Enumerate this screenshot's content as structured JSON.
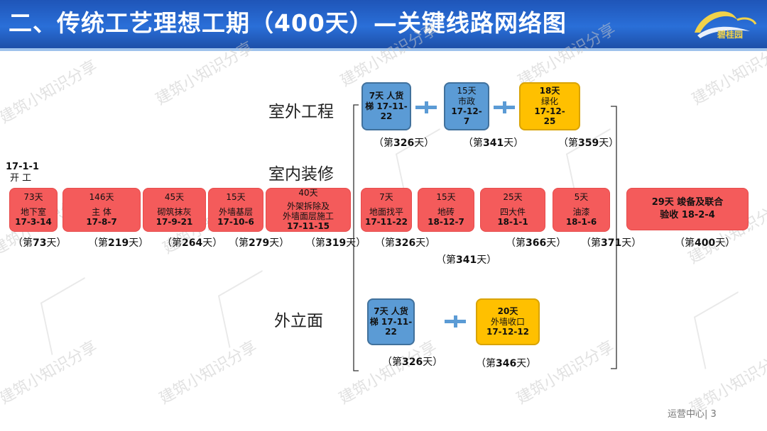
{
  "header": {
    "title": "二、传统工艺理想工期（400天）—关键线路网络图",
    "logo_text": "碧桂园"
  },
  "watermark": "建筑小知识分享",
  "start": {
    "date": "17-1-1",
    "label": "开 工"
  },
  "sections": {
    "outdoor": "室外工程",
    "interior": "室内装修",
    "facade": "外立面"
  },
  "main_row": [
    {
      "top": "73天",
      "mid": "地下室",
      "date": "17-3-14",
      "day": "73"
    },
    {
      "top": "146天",
      "mid": "主 体",
      "date": "17-8-7",
      "day": "219"
    },
    {
      "top": "45天",
      "mid": "砌筑抹灰",
      "date": "17-9-21",
      "day": "264"
    },
    {
      "top": "15天",
      "mid": "外墙基层",
      "date": "17-10-6",
      "day": "279"
    },
    {
      "top": "40天",
      "mid": "外架拆除及",
      "mid2": "外墙面层施工",
      "date": "17-11-15",
      "day": "319"
    }
  ],
  "interior_row": [
    {
      "top": "7天",
      "mid": "地面找平",
      "date": "17-11-22",
      "day": "326"
    },
    {
      "top": "15天",
      "mid": "地砖",
      "date": "18-12-7",
      "day": "341"
    },
    {
      "top": "25天",
      "mid": "四大件",
      "date": "18-1-1",
      "day": "366"
    },
    {
      "top": "5天",
      "mid": "油漆",
      "date": "18-1-6",
      "day": "371"
    }
  ],
  "final": {
    "line1": "29天  竣备及联合",
    "line2": "验收  18-2-4",
    "day": "400"
  },
  "outdoor_row": [
    {
      "line1": "7天  人货",
      "line2": "梯  17-11-",
      "line3": "22",
      "day": "326"
    },
    {
      "line1": "15天",
      "line2": "市政",
      "line3": "17-12-",
      "line4": "7",
      "day": "341"
    },
    {
      "line1": "18天",
      "line2": "绿化",
      "line3": "17-12-",
      "line4": "25",
      "day": "359"
    }
  ],
  "facade_row": [
    {
      "line1": "7天  人货",
      "line2": "梯  17-11-",
      "line3": "22",
      "day": "326"
    },
    {
      "line1": "20天",
      "line2": "外墙收口",
      "line3": "17-12-12",
      "day": "346"
    }
  ],
  "day_label": {
    "prefix": "（第",
    "suffix": "天）"
  },
  "footer": {
    "text": "运营中心| 3"
  },
  "colors": {
    "red": "#f45b5b",
    "blue": "#5b9bd5",
    "yellow": "#ffc000",
    "header": "#2a6fd8"
  }
}
